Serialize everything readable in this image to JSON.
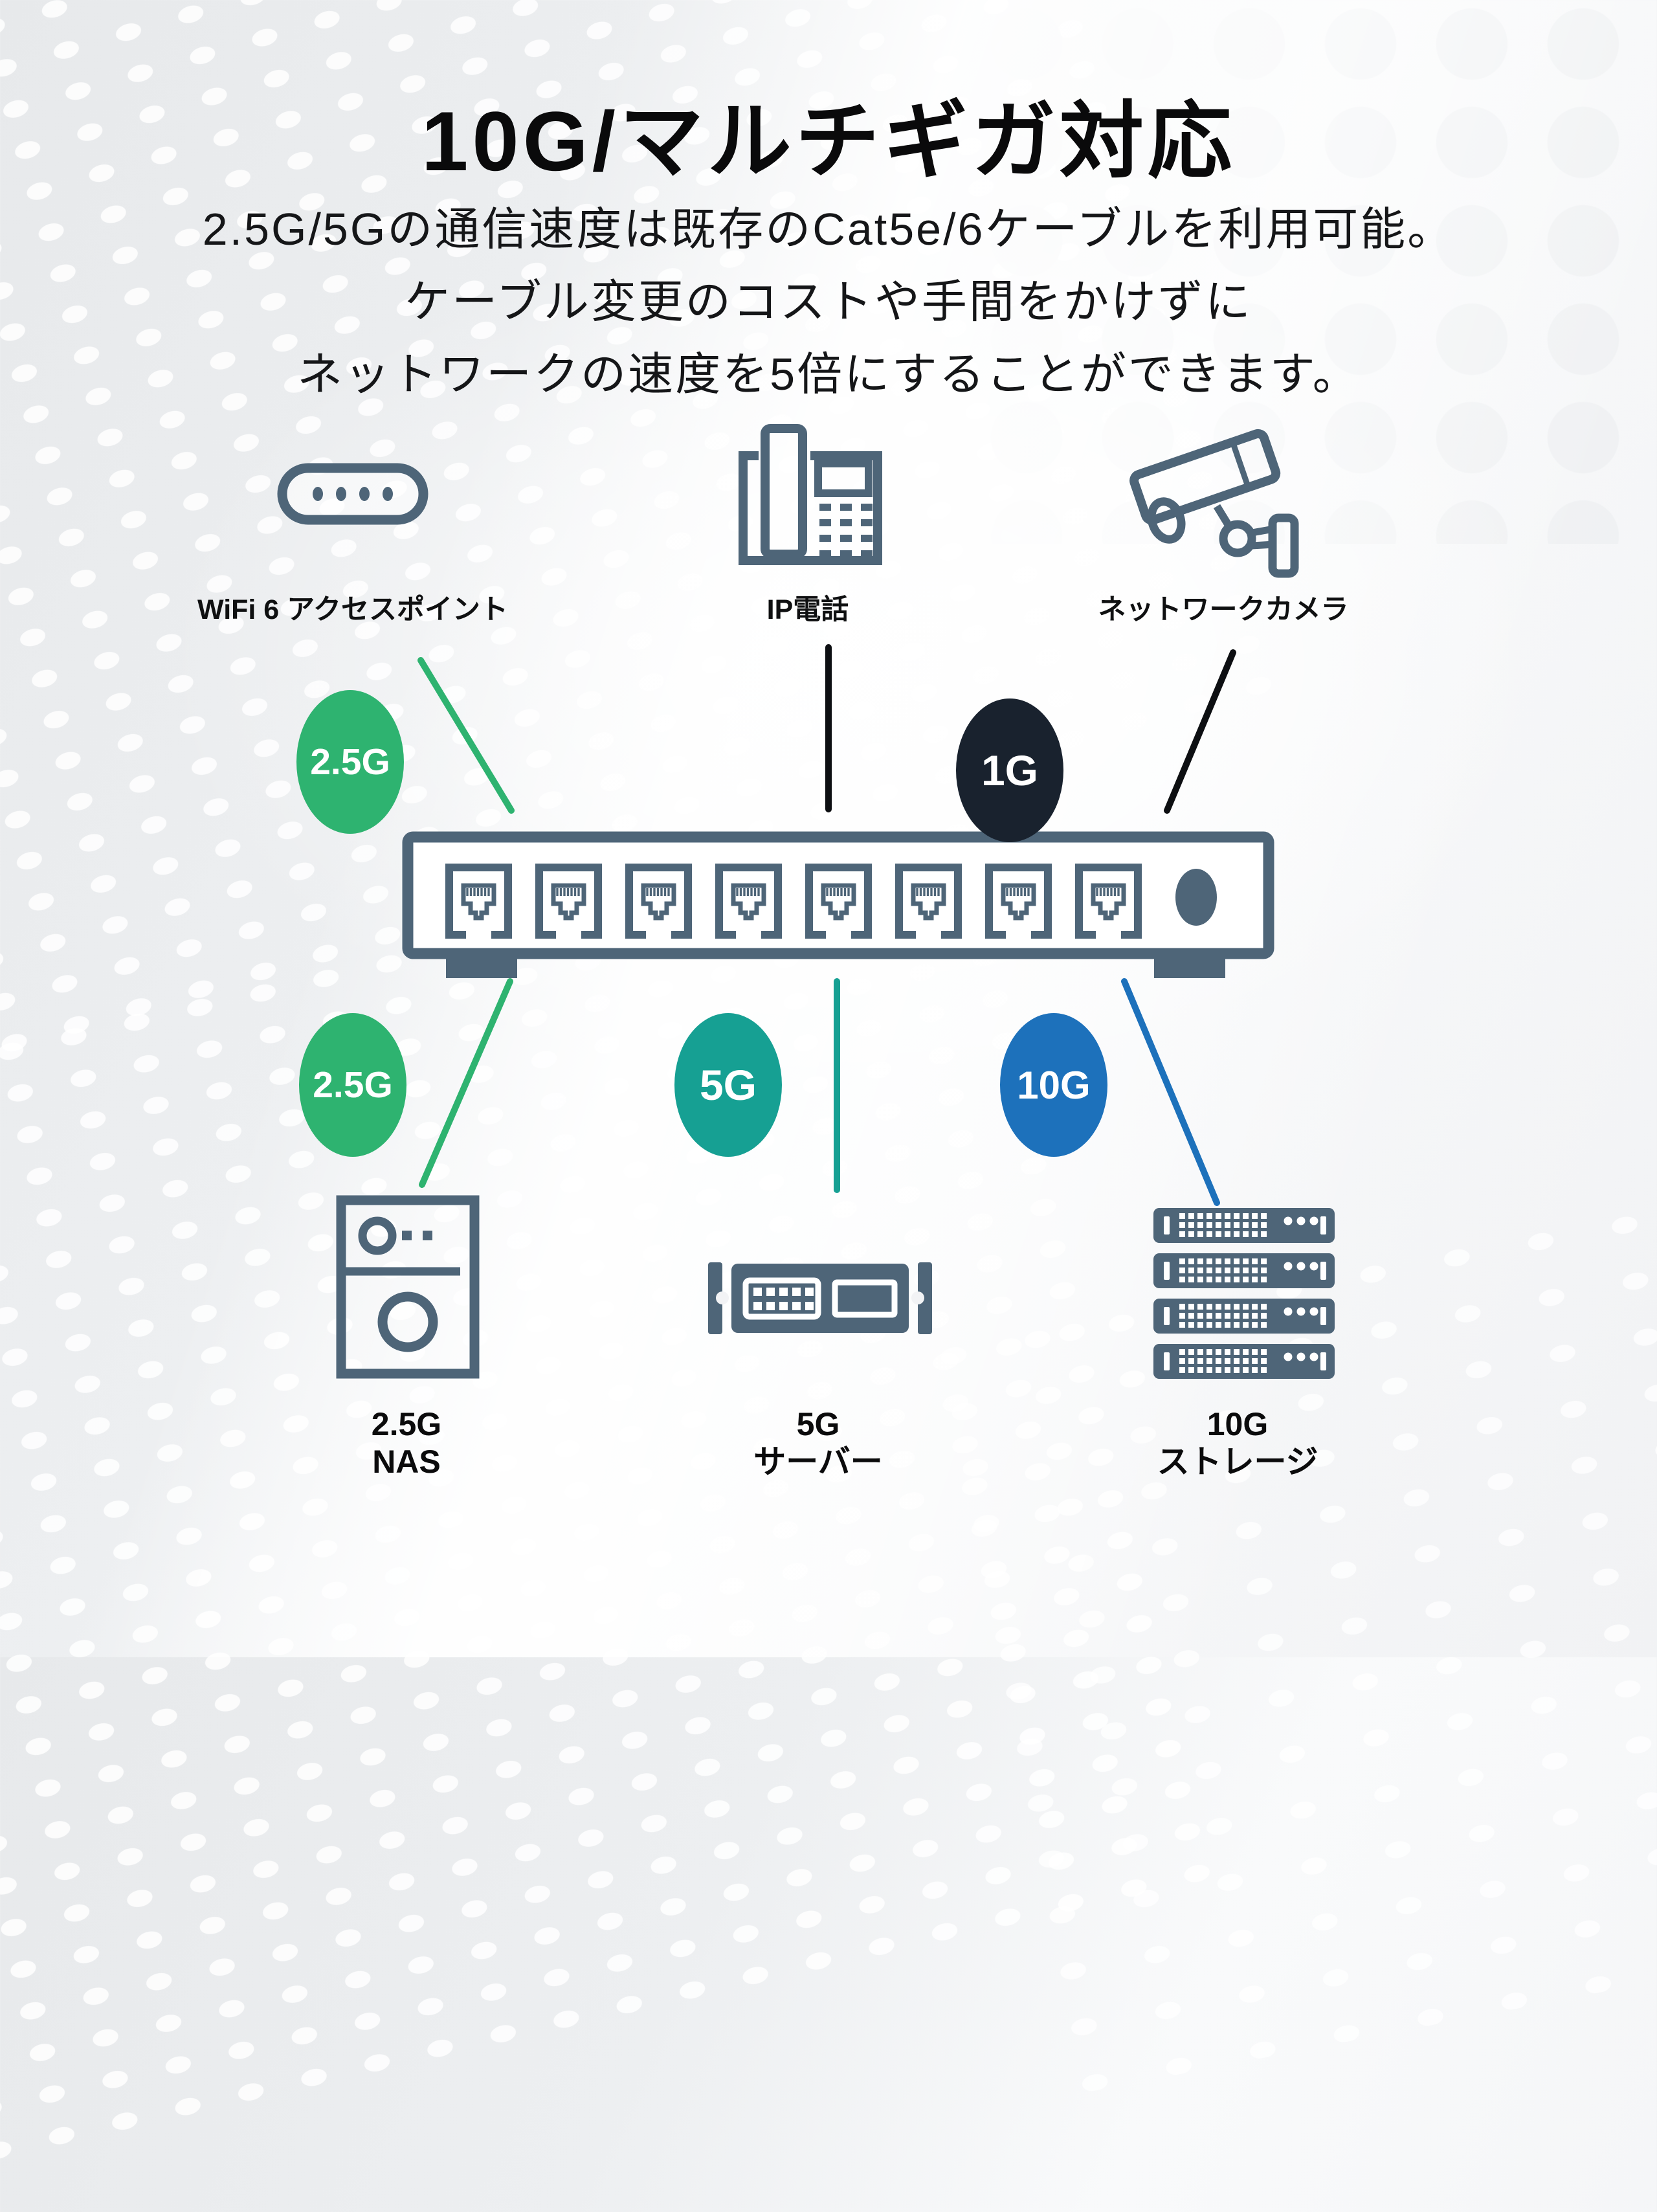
{
  "page": {
    "title": "10G/マルチギガ対応",
    "subtitle_lines": [
      "2.5G/5Gの通信速度は既存のCat5e/6ケーブルを利用可能。",
      "ケーブル変更のコストや手間をかけずに",
      "ネットワークの速度を5倍にすることができます。"
    ]
  },
  "colors": {
    "icon_slate": "#4e6578",
    "speed_green": "#2eb370",
    "speed_teal": "#16a093",
    "speed_blue": "#1d71bb",
    "speed_dark": "#19222e",
    "cable_black": "#0d0f12",
    "text": "#0a0a0b"
  },
  "top_devices": [
    {
      "label": "WiFi 6 アクセスポイント",
      "icon": "wifi-access-point"
    },
    {
      "label": "IP電話",
      "icon": "ip-phone"
    },
    {
      "label": "ネットワークカメラ",
      "icon": "security-camera"
    }
  ],
  "bottom_devices": [
    {
      "speed": "2.5G",
      "name": "NAS",
      "icon": "nas-tower"
    },
    {
      "speed": "5G",
      "name": "サーバー",
      "icon": "rack-server"
    },
    {
      "speed": "10G",
      "name": "ストレージ",
      "icon": "storage-array"
    }
  ],
  "badges": [
    {
      "text": "2.5G",
      "color": "#2eb370"
    },
    {
      "text": "1G",
      "color": "#19222e"
    },
    {
      "text": "2.5G",
      "color": "#2eb370"
    },
    {
      "text": "5G",
      "color": "#16a093"
    },
    {
      "text": "10G",
      "color": "#1d71bb"
    }
  ],
  "connections": [
    {
      "from": "wifi-access-point",
      "to": "switch",
      "speed": "2.5G",
      "color": "#2eb370"
    },
    {
      "from": "ip-phone",
      "to": "switch",
      "speed": "1G",
      "color": "#0d0f12"
    },
    {
      "from": "security-camera",
      "to": "switch",
      "speed": "1G",
      "color": "#0d0f12"
    },
    {
      "from": "switch",
      "to": "nas-tower",
      "speed": "2.5G",
      "color": "#2eb370"
    },
    {
      "from": "switch",
      "to": "rack-server",
      "speed": "5G",
      "color": "#16a093"
    },
    {
      "from": "switch",
      "to": "storage-array",
      "speed": "10G",
      "color": "#1d71bb"
    }
  ],
  "switch": {
    "ports": 8
  }
}
